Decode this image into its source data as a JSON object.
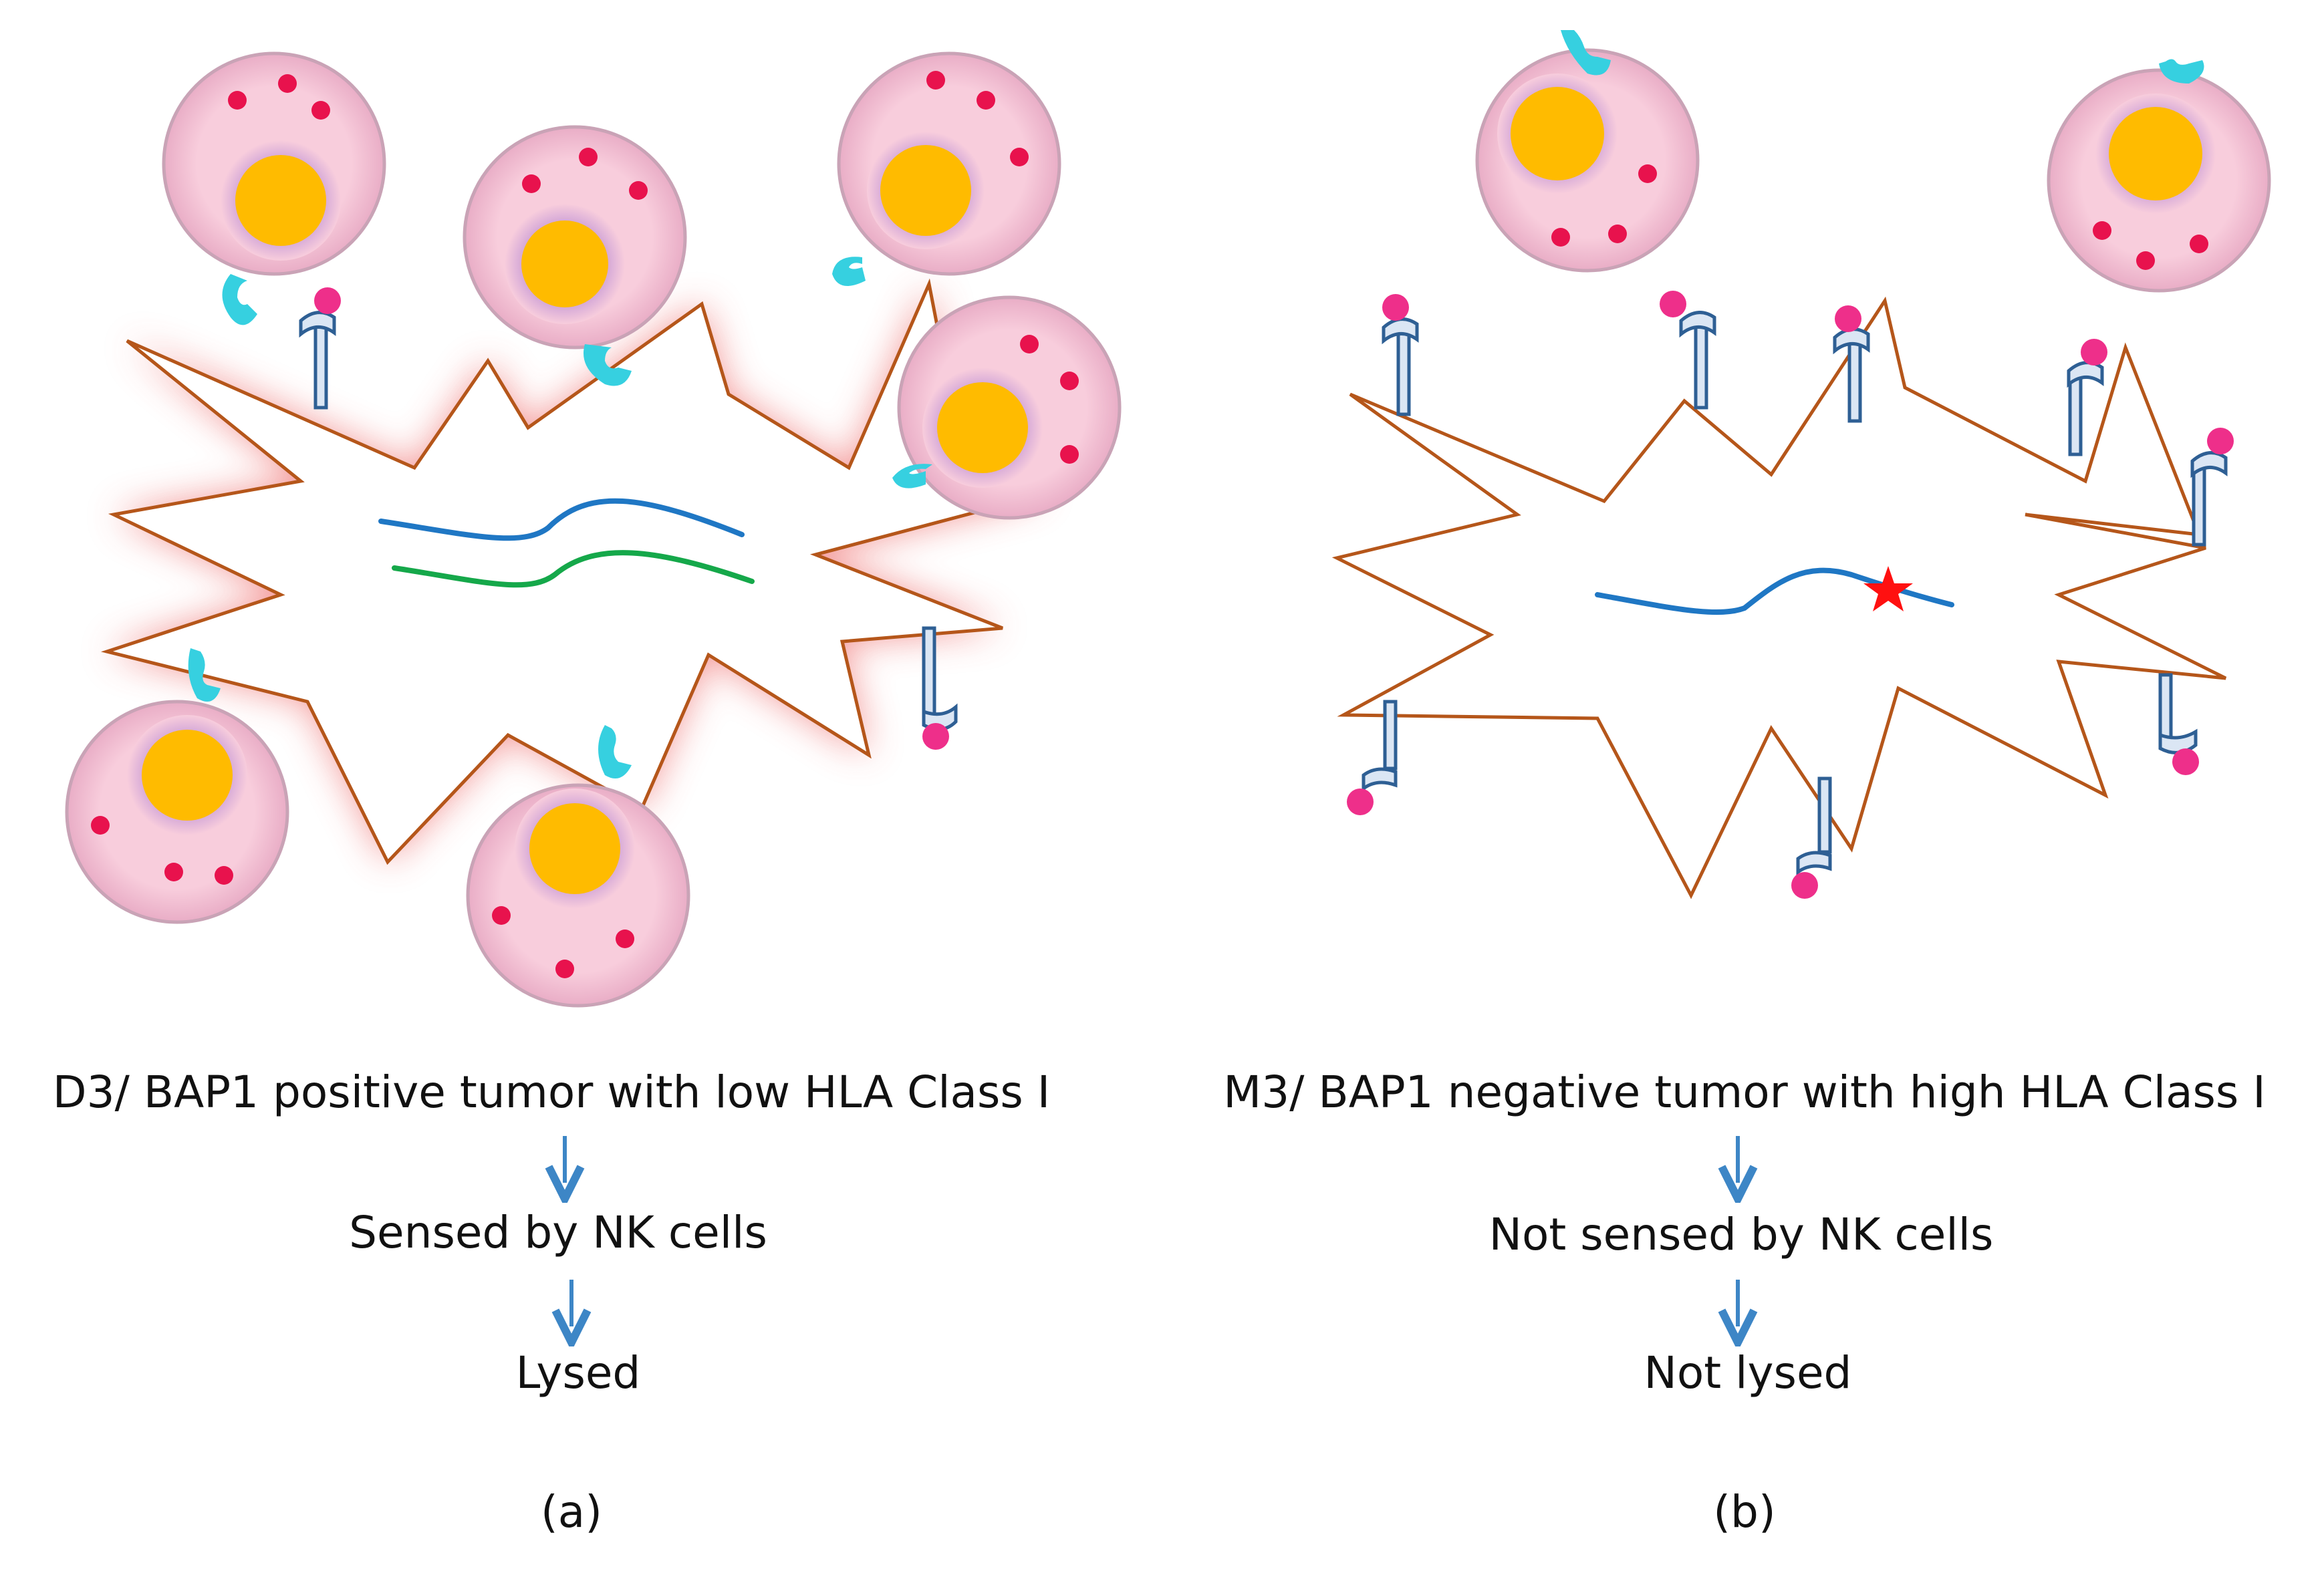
{
  "panel_a": {
    "title": "D3/ BAP1 positive tumor with low HLA Class I",
    "step1": "Sensed by NK cells",
    "step2": "Lysed",
    "tag": "(a)"
  },
  "panel_b": {
    "title": "M3/ BAP1 negative tumor with high HLA Class I",
    "step1": "Not sensed by NK cells",
    "step2": "Not lysed",
    "tag": "(b)"
  },
  "colors": {
    "tumor_outline": "#b5561a",
    "tumor_glow": "#f28b8b",
    "nk_body": "#f7c9d9",
    "nk_border": "#c9a3b6",
    "nucleus": "#ffbb00",
    "nucleus_halo": "#c79ad6",
    "granule": "#e8124d",
    "receptor": "#36d0e0",
    "hla_fill": "#dbe6f4",
    "hla_stroke": "#2e5f94",
    "ligand": "#ee2f8a",
    "dna_blue": "#1f77c4",
    "dna_green": "#15a84a",
    "mutation_star": "#ff1010",
    "arrow": "#3d86c6"
  }
}
